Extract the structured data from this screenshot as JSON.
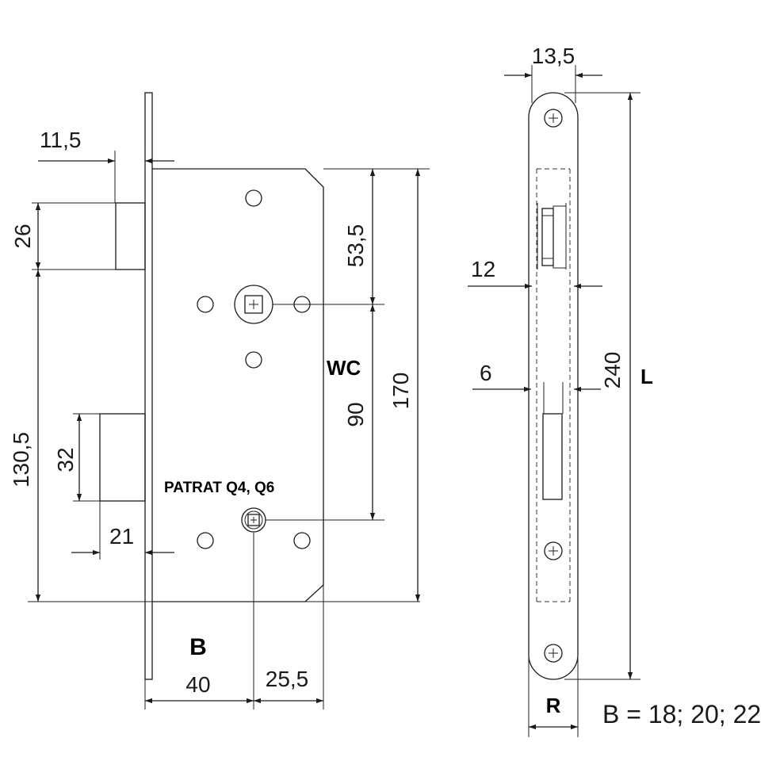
{
  "labels": {
    "wc": "WC",
    "square": "PATRAT Q4, Q6",
    "backset": "B",
    "radius": "R",
    "length": "L",
    "backset_values": "B = 18; 20; 22"
  },
  "dimensions": {
    "d_11_5": "11,5",
    "d_26": "26",
    "d_130_5": "130,5",
    "d_32": "32",
    "d_21": "21",
    "d_53_5": "53,5",
    "d_90": "90",
    "d_170": "170",
    "d_40": "40",
    "d_25_5": "25,5",
    "d_13_5": "13,5",
    "d_12": "12",
    "d_6": "6",
    "d_240": "240"
  },
  "colors": {
    "line": "#1a1a1a",
    "background": "#ffffff"
  }
}
